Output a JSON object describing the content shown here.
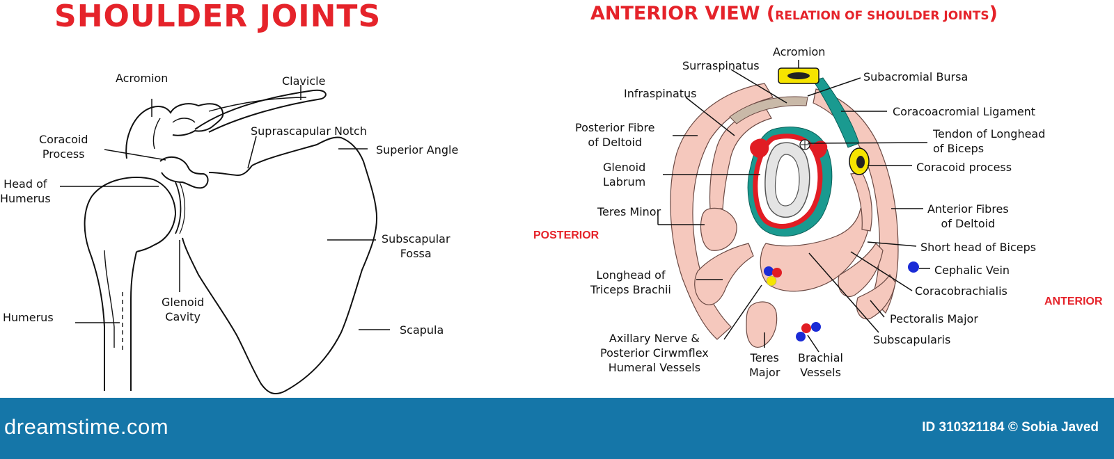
{
  "left": {
    "title": "SHOULDER JOINTS",
    "labels": {
      "acromion": "Acromion",
      "clavicle": "Clavicle",
      "coracoid": "Coracoid\nProcess",
      "suprascapular_notch": "Suprascapular Notch",
      "superior_angle": "Superior Angle",
      "head_of_humerus": "Head of\nHumerus",
      "subscapular_fossa": "Subscapular\nFossa",
      "glenoid_cavity": "Glenoid\nCavity",
      "humerus": "Humerus",
      "scapula": "Scapula"
    }
  },
  "right": {
    "title": "ANTERIOR VIEW (",
    "title_small": "RELATION OF SHOULDER JOINTS",
    "title_close": ")",
    "posterior": "POSTERIOR",
    "anterior": "ANTERIOR",
    "labels": {
      "acromion": "Acromion",
      "surraspinatus": "Surraspinatus",
      "subacromial_bursa": "Subacromial Bursa",
      "infraspinatus": "Infraspinatus",
      "coracoacromial": "Coracoacromial Ligament",
      "posterior_fibre": "Posterior Fibre\nof Deltoid",
      "tendon_longhead": "Tendon of Longhead\nof Biceps",
      "glenoid_labrum": "Glenoid\nLabrum",
      "coracoid_process": "Coracoid process",
      "teres_minor": "Teres Minor",
      "anterior_fibres": "Anterior Fibres\nof Deltoid",
      "short_head": "Short head of Biceps",
      "longhead_triceps": "Longhead of\nTriceps Brachii",
      "cephalic_vein": "Cephalic Vein",
      "coracobrachialis": "Coracobrachialis",
      "pectoralis_major": "Pectoralis Major",
      "axillary": "Axillary Nerve &\nPosterior Cirwmflex\nHumeral Vessels",
      "teres_major": "Teres\nMajor",
      "brachial": "Brachial\nVessels",
      "subscapularis": "Subscapularis"
    }
  },
  "footer": {
    "logo": "dreamstime.com",
    "credit": "ID 310321184 © Sobia Javed"
  },
  "colors": {
    "title_red": "#e5232a",
    "muscle": "#f5c8bd",
    "teal": "#1a9a90",
    "yellow": "#f6e400",
    "footer_blue": "#1576a8"
  }
}
